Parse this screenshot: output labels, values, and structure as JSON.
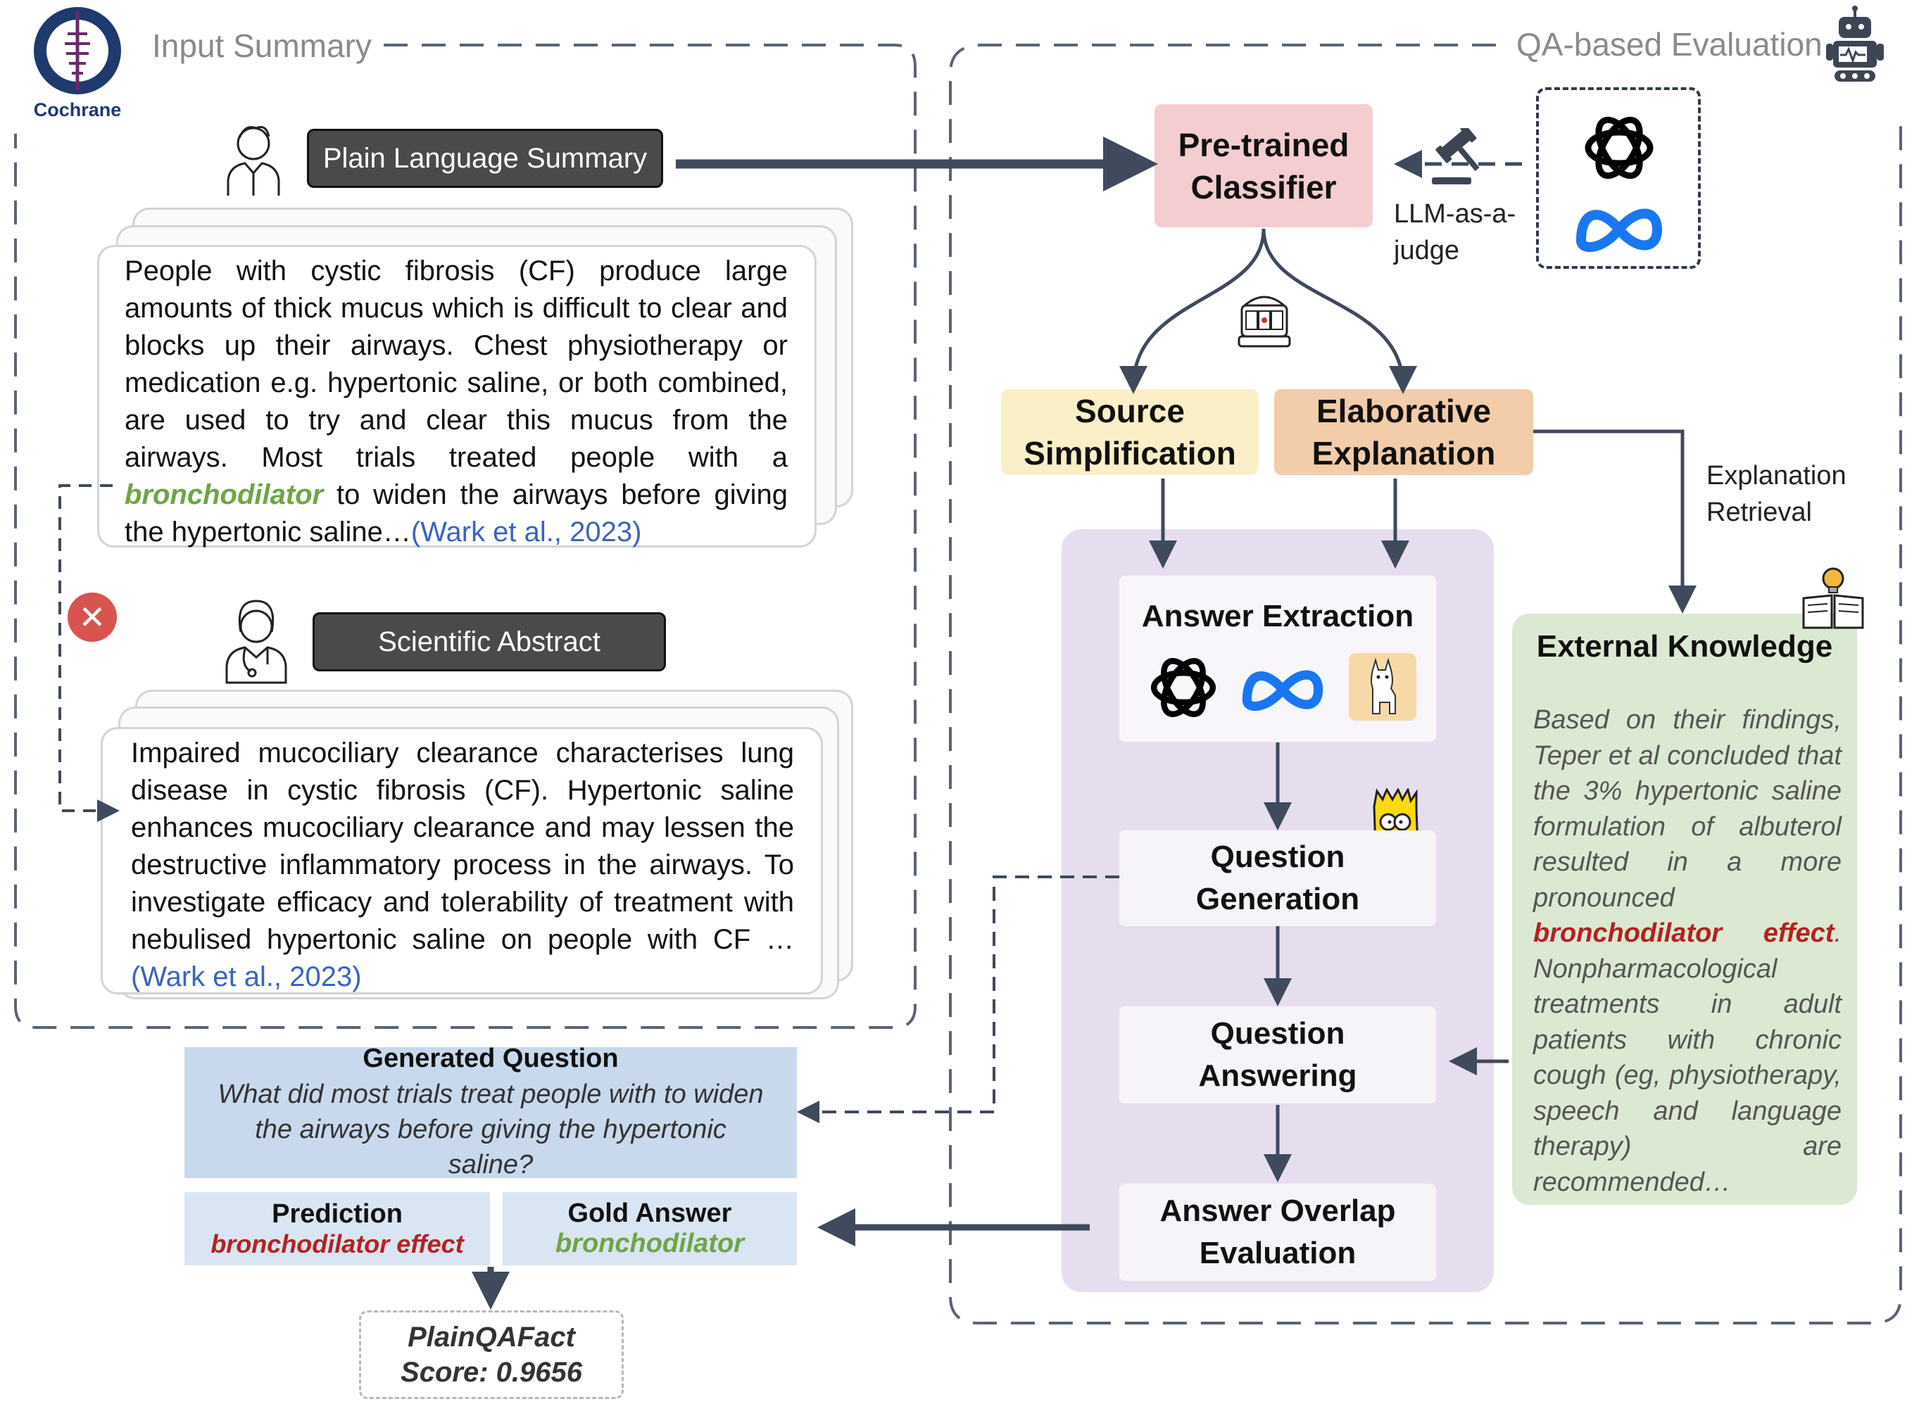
{
  "logo": {
    "text": "Cochrane",
    "color": "#1e3a6e"
  },
  "sections": {
    "input_summary": "Input Summary",
    "qa_evaluation": "QA-based Evaluation"
  },
  "plain_language_summary": {
    "label": "Plain Language Summary",
    "text_before": "People with  cystic fibrosis (CF) produce large amounts of thick mucus which is difficult to clear and blocks up their airways. Chest physiotherapy or medication e.g. hypertonic saline, or both combined, are used to try and clear this mucus from the airways. Most trials treated people with a ",
    "highlight": "bronchodilator",
    "text_after": " to widen the airways before giving the hypertonic saline…",
    "citation": "(Wark et al., 2023)"
  },
  "scientific_abstract": {
    "label": "Scientific Abstract",
    "text": "Impaired mucociliary clearance characterises lung disease in cystic fibrosis (CF). Hypertonic saline enhances mucociliary clearance and may lessen the destructive inflammatory process in the airways. To investigate efficacy and tolerability of treatment with nebulised hypertonic saline on people with CF …",
    "citation": "(Wark et al., 2023)"
  },
  "classifier": {
    "line1": "Pre-trained",
    "line2": "Classifier",
    "judge_line1": "LLM-as-a-",
    "judge_line2": "judge"
  },
  "source_simplification": {
    "line1": "Source",
    "line2": "Simplification"
  },
  "elaborative_explanation": {
    "line1": "Elaborative",
    "line2": "Explanation"
  },
  "explanation_retrieval": {
    "line1": "Explanation",
    "line2": "Retrieval"
  },
  "pipeline": {
    "answer_extraction": "Answer Extraction",
    "question_generation": {
      "line1": "Question",
      "line2": "Generation"
    },
    "question_answering": {
      "line1": "Question",
      "line2": "Answering"
    },
    "answer_overlap": {
      "line1": "Answer Overlap",
      "line2": "Evaluation"
    }
  },
  "external_knowledge": {
    "title": "External Knowledge",
    "text_before": "Based on their findings, Teper et al concluded that the 3% hypertonic saline formulation of albuterol resulted in a more pronounced ",
    "highlight": "bronchodilator effect",
    "text_after": ". Nonpharmacological treatments in adult patients with chronic cough (eg, physiotherapy, speech and language therapy) are recommended…"
  },
  "generated_question": {
    "title": "Generated Question",
    "text": "What did most trials treat people with to widen the airways before giving the hypertonic saline?"
  },
  "prediction": {
    "title": "Prediction",
    "value": "bronchodilator effect"
  },
  "gold_answer": {
    "title": "Gold Answer",
    "value": "bronchodilator"
  },
  "score": {
    "line1": "PlainQAFact",
    "line2": "Score: 0.9656"
  },
  "colors": {
    "arrow": "#3f4a5c",
    "classifier": "#f4cdd0",
    "source": "#fbefc8",
    "elaborative": "#f3cca9",
    "pipeline_panel": "#e6deee",
    "external_knowledge": "#dbe9d2",
    "generated_question": "#c8d9ed",
    "error_badge": "#d9534f"
  },
  "icons": [
    "cochrane-logo",
    "person-icon",
    "doctor-icon",
    "robot-icon",
    "gavel-icon",
    "openai-icon",
    "meta-icon",
    "slot-machine-icon",
    "llama-icon",
    "bart-simpson-icon",
    "book-lightbulb-icon",
    "error-x-icon"
  ]
}
